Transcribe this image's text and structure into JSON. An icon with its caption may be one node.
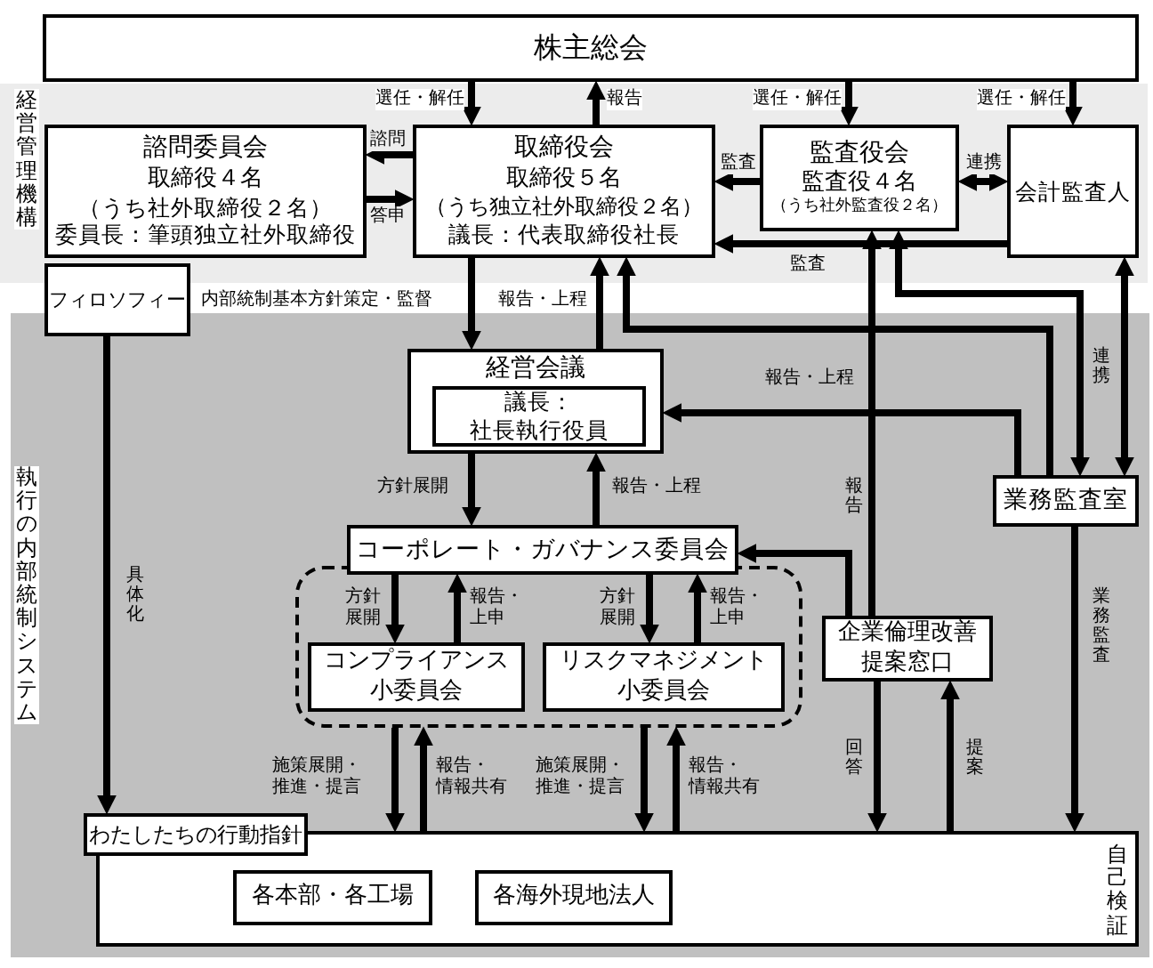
{
  "diagram": {
    "nodes": [
      {
        "text": [
          "株主総会"
        ]
      },
      {
        "text": [
          "諮問委員会",
          "取締役４名",
          "（うち社外取締役２名）",
          "委員長：筆頭独立社外取締役"
        ]
      },
      {
        "text": [
          "取締役会",
          "取締役５名",
          "（うち独立社外取締役２名）",
          "議長：代表取締役社長"
        ]
      },
      {
        "text": [
          "監査役会",
          "監査役４名",
          "（うち社外監査役２名）"
        ]
      },
      {
        "text": [
          "会計監査人"
        ]
      },
      {
        "text": [
          "フィロソフィー"
        ]
      },
      {
        "text": [
          "経営会議"
        ]
      },
      {
        "text": [
          "議長：社長執行役員"
        ],
        "in": 6
      },
      {
        "text": [
          "コーポレート・ガバナンス委員会"
        ]
      },
      {
        "text": [],
        "shape": "box"
      },
      {
        "text": [
          "コンプライアンス小委員会"
        ],
        "in": 9
      },
      {
        "text": [
          "リスクマネジメント小委員会"
        ],
        "in": 9
      },
      {
        "text": [
          "企業倫理改善提案窓口"
        ]
      },
      {
        "text": [
          "業務監査室"
        ]
      },
      {
        "text": [
          "わたしたちの行動指針"
        ]
      },
      {
        "text": [
          "自己検証"
        ]
      },
      {
        "text": [
          "各本部・各工場"
        ],
        "in": 15
      },
      {
        "text": [
          "各海外現地法人"
        ],
        "in": 15
      }
    ],
    "edges": [
      {
        "from": 0,
        "to": 2,
        "arrow": "to",
        "label": "選任・解任"
      },
      {
        "from": 2,
        "to": 0,
        "arrow": "to",
        "label": "報告"
      },
      {
        "from": 0,
        "to": 3,
        "arrow": "to",
        "label": "選任・解任"
      },
      {
        "from": 0,
        "to": 4,
        "arrow": "to",
        "label": "選任・解任"
      },
      {
        "from": 2,
        "to": 1,
        "arrow": "to",
        "label": "諮問"
      },
      {
        "from": 1,
        "to": 2,
        "arrow": "to",
        "label": "答申"
      },
      {
        "from": 3,
        "to": 2,
        "arrow": "to",
        "label": "監査"
      },
      {
        "from": 3,
        "to": 4,
        "arrow": "both",
        "label": "連携"
      },
      {
        "from": 4,
        "to": 2,
        "arrow": "to",
        "label": "監査"
      },
      {
        "from": 2,
        "to": 6,
        "arrow": "to",
        "label": "内部統制基本方針策定・監督"
      },
      {
        "from": 6,
        "to": 2,
        "arrow": "to",
        "label": "報告・上程"
      },
      {
        "from": 13,
        "to": 2,
        "arrow": "to"
      },
      {
        "from": 13,
        "to": 6,
        "arrow": "to",
        "label": "報告・上程"
      },
      {
        "from": 12,
        "to": 3,
        "arrow": "to",
        "label": "報告"
      },
      {
        "from": 3,
        "to": 13,
        "arrow": "both"
      },
      {
        "from": 4,
        "to": 13,
        "arrow": "both",
        "label": "連携"
      },
      {
        "from": 6,
        "to": 8,
        "arrow": "to",
        "label": "方針展開"
      },
      {
        "from": 8,
        "to": 6,
        "arrow": "to",
        "label": "報告・上程"
      },
      {
        "from": 12,
        "to": 8,
        "arrow": "to"
      },
      {
        "from": 8,
        "to": 10,
        "arrow": "to",
        "label": "方針展開"
      },
      {
        "from": 10,
        "to": 8,
        "arrow": "to",
        "label": "報告・上申"
      },
      {
        "from": 8,
        "to": 11,
        "arrow": "to",
        "label": "方針展開"
      },
      {
        "from": 11,
        "to": 8,
        "arrow": "to",
        "label": "報告・上申"
      },
      {
        "from": 9,
        "to": 15,
        "arrow": "to",
        "label": "施策展開・推進・提言"
      },
      {
        "from": 15,
        "to": 9,
        "arrow": "to",
        "label": "報告・情報共有"
      },
      {
        "from": 9,
        "to": 15,
        "arrow": "to",
        "label": "施策展開・推進・提言"
      },
      {
        "from": 15,
        "to": 9,
        "arrow": "to",
        "label": "報告・情報共有"
      },
      {
        "from": 12,
        "to": 15,
        "arrow": "to",
        "label": "回答"
      },
      {
        "from": 15,
        "to": 12,
        "arrow": "to",
        "label": "提案"
      },
      {
        "from": 13,
        "to": 15,
        "arrow": "to",
        "label": "業務監査"
      },
      {
        "from": 5,
        "to": 14,
        "arrow": "to",
        "label": "具体化"
      }
    ],
    "labels": [
      "経営管理機構",
      "執行の内部統制システム"
    ]
  }
}
